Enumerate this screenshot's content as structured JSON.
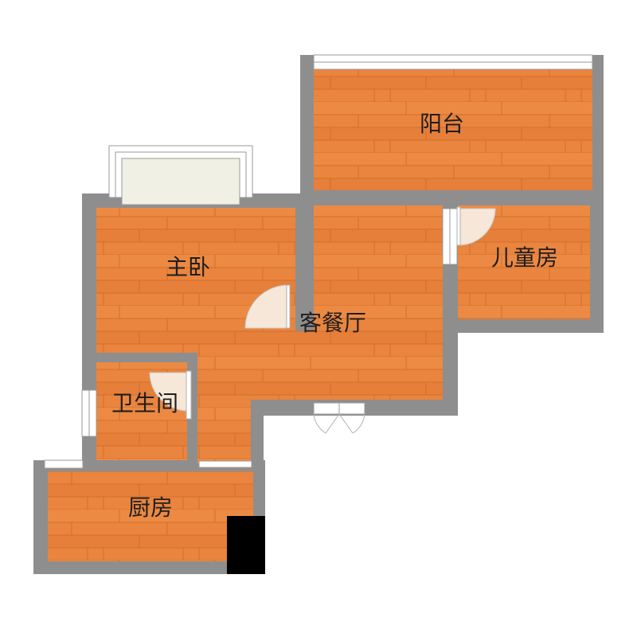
{
  "rooms": {
    "balcony": "阳台",
    "master_bedroom": "主卧",
    "living_dining": "客餐厅",
    "children_room": "儿童房",
    "bathroom": "卫生间",
    "kitchen": "厨房"
  },
  "colors": {
    "wall": "#8e8e8e",
    "floor": "#e9853f",
    "plank_line": "#d56e2a",
    "window_fill": "#f1f0e4",
    "door_swing": "#f6e7d8",
    "column": "#000000"
  }
}
